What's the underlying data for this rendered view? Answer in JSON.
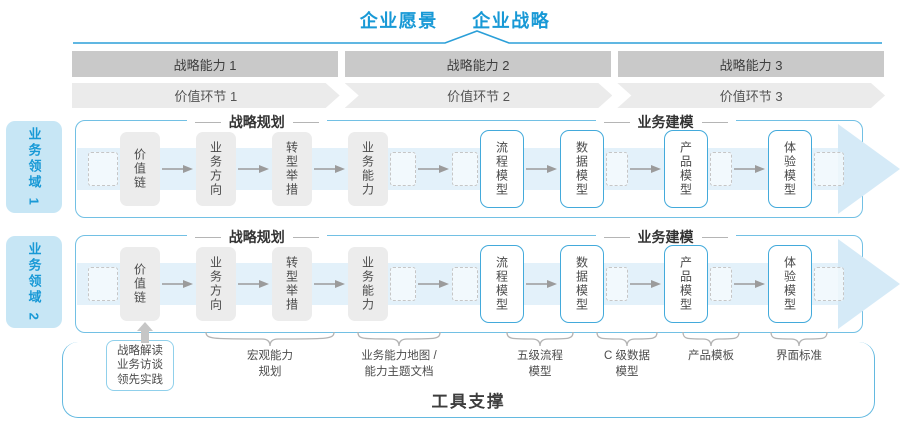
{
  "title": {
    "vision": "企业愿景",
    "strategy": "企业战略"
  },
  "strategic_capabilities": [
    {
      "label": "战略能力 1"
    },
    {
      "label": "战略能力 2"
    },
    {
      "label": "战略能力 3"
    }
  ],
  "value_links": [
    {
      "label": "价值环节 1"
    },
    {
      "label": "价值环节 2"
    },
    {
      "label": "价值环节 3"
    }
  ],
  "business_domains": [
    {
      "label": "业务领域 1"
    },
    {
      "label": "业务领域 2"
    }
  ],
  "flow": {
    "header_planning": "战略规划",
    "header_modeling": "业务建模",
    "boxes": [
      {
        "label": "价值链",
        "variant": "gray"
      },
      {
        "label": "业务方向",
        "variant": "gray"
      },
      {
        "label": "转型举措",
        "variant": "gray"
      },
      {
        "label": "业务能力",
        "variant": "gray"
      },
      {
        "label": "流程模型",
        "variant": "blue"
      },
      {
        "label": "数据模型",
        "variant": "blue"
      },
      {
        "label": "产品模型",
        "variant": "blue"
      },
      {
        "label": "体验模型",
        "variant": "blue"
      }
    ]
  },
  "annotations": {
    "practice_box": "战略解读\n业务访谈\n领先实践",
    "notes": [
      {
        "label": "宏观能力\n规划"
      },
      {
        "label": "业务能力地图 /\n能力主题文档"
      },
      {
        "label": "五级流程\n模型"
      },
      {
        "label": "C 级数据\n模型"
      },
      {
        "label": "产品模板"
      },
      {
        "label": "界面标准"
      }
    ]
  },
  "footer": {
    "tools_label": "工具支撑"
  },
  "colors": {
    "accent_blue": "#1899d6",
    "bar_gray": "#c9c9c9",
    "band_blue": "#e3f1fa",
    "box_border_blue": "#43aadb",
    "container_border": "#72c0e4"
  }
}
